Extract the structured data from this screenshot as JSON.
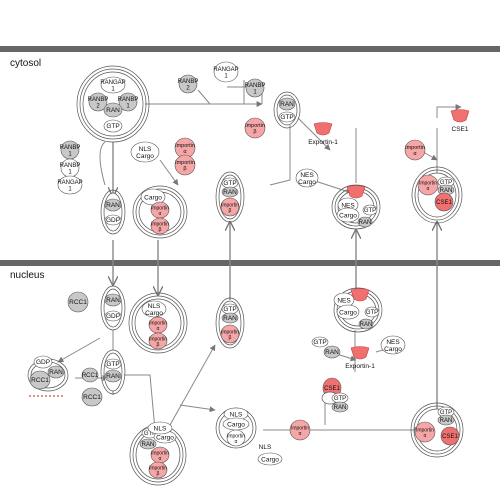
{
  "compartments": {
    "cytosol": "cytosol",
    "nucleus": "nucleus"
  },
  "colors": {
    "membrane": "#666666",
    "edge": "#888888",
    "gray_node": "#c8c8c8",
    "red_node": "#f07070",
    "pink_node": "#f6a6a6",
    "outline": "#555555",
    "gef_dots": "#e06a6a"
  },
  "labels": {
    "RANGAP": "RANGAP",
    "ONE": "1",
    "TWO": "2",
    "RANBP": "RANBP",
    "RAN": "RAN",
    "GTP": "GTP",
    "GDP": "GDP",
    "RCC1": "RCC1",
    "NLS": "NLS",
    "Cargo": "Cargo",
    "NES": "NES",
    "Importin": "Importin",
    "alpha": "α",
    "beta": "β",
    "Exportin1": "Exportin-1",
    "CSE1": "CSE1"
  }
}
